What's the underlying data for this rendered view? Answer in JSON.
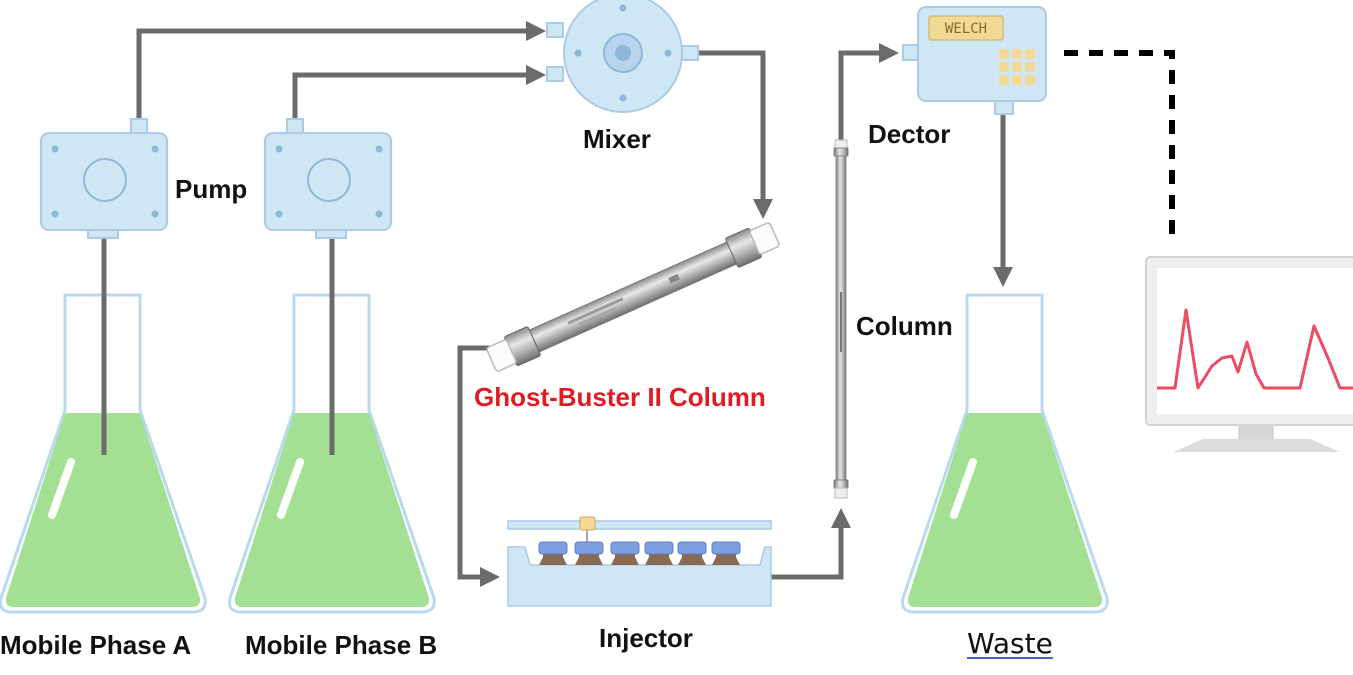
{
  "labels": {
    "mobile_phase_a": "Mobile Phase A",
    "mobile_phase_b": "Mobile Phase B",
    "pump": "Pump",
    "mixer": "Mixer",
    "ghost_buster": "Ghost-Buster II Column",
    "injector": "Injector",
    "column": "Column",
    "detector": "Dector",
    "waste": "Waste",
    "detector_brand": "WELCH"
  },
  "colors": {
    "liquid": "#a3e093",
    "device": "#cfe6f5",
    "device_edge": "#a9cbe6",
    "pipe": "#6b6b6b",
    "trace": "#ec4b62",
    "highlight": "#e01b24",
    "vial_cap": "#7d9fe0",
    "vial_body": "#8a6a55"
  },
  "icons": [
    "flask-icon",
    "pump-icon",
    "mixer-icon",
    "column-icon",
    "injector-icon",
    "detector-icon",
    "monitor-icon",
    "chromatogram-icon"
  ]
}
